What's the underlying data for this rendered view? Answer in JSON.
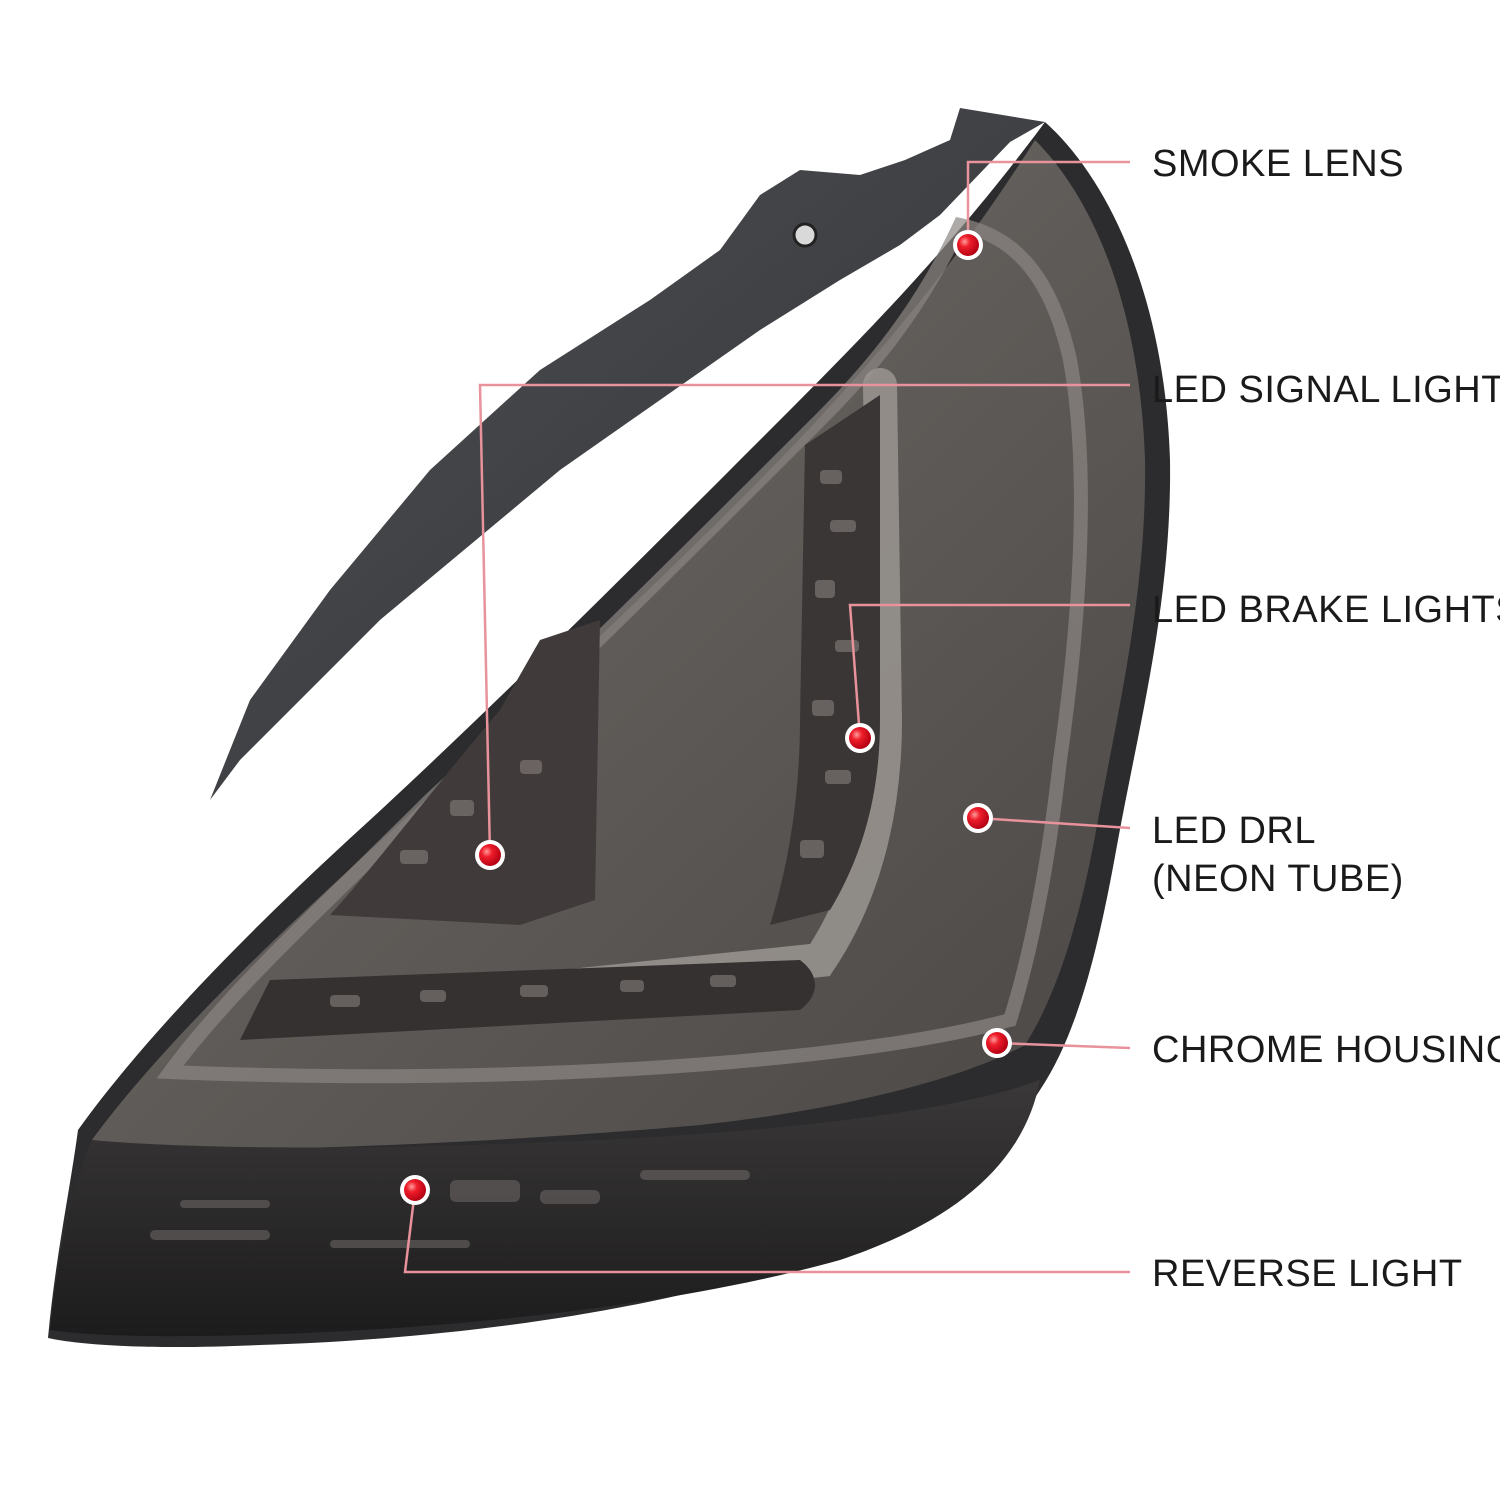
{
  "colors": {
    "marker": "#e3001b",
    "leader_line": "#e8929b",
    "label_text": "#1a1a1a",
    "lens_smoke": "#5e5a58",
    "housing_dark": "#2c2c2e",
    "bracket": "#3c3d40"
  },
  "callouts": [
    {
      "id": "smoke-lens",
      "lines": [
        "SMOKE LENS"
      ]
    },
    {
      "id": "led-signal-lights",
      "lines": [
        "LED SIGNAL LIGHTS"
      ]
    },
    {
      "id": "led-brake-lights",
      "lines": [
        "LED BRAKE LIGHTS"
      ]
    },
    {
      "id": "led-drl",
      "lines": [
        "LED DRL",
        "(NEON TUBE)"
      ]
    },
    {
      "id": "chrome-housing",
      "lines": [
        "CHROME HOUSING"
      ]
    },
    {
      "id": "reverse-light",
      "lines": [
        "REVERSE LIGHT"
      ]
    }
  ]
}
